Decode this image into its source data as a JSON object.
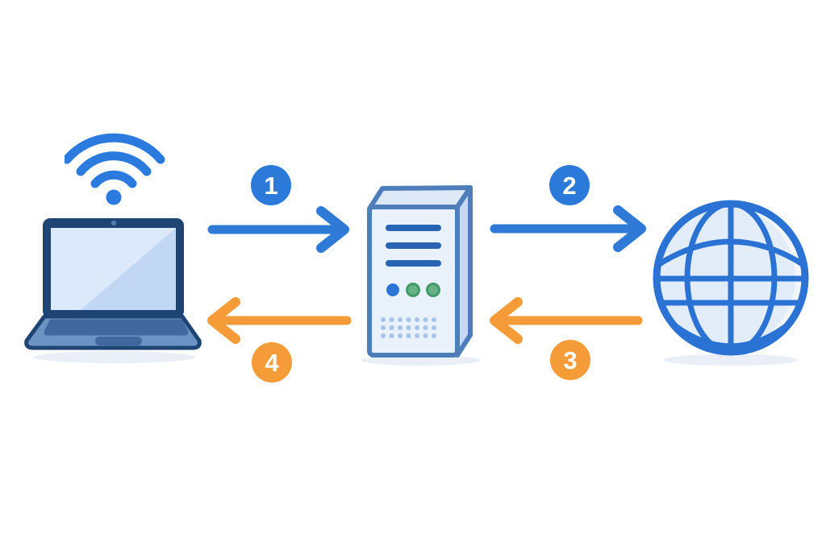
{
  "diagram": {
    "background": "#ffffff",
    "nodes": [
      {
        "id": "client",
        "icon": "laptop-wifi-icon"
      },
      {
        "id": "server",
        "icon": "server-tower-icon"
      },
      {
        "id": "internet",
        "icon": "globe-icon"
      }
    ],
    "steps": [
      {
        "number": "1",
        "color": "#2b79d8",
        "direction": "right"
      },
      {
        "number": "2",
        "color": "#2b79d8",
        "direction": "right"
      },
      {
        "number": "3",
        "color": "#f59b38",
        "direction": "left"
      },
      {
        "number": "4",
        "color": "#f59b38",
        "direction": "left"
      }
    ],
    "colors": {
      "step_blue": "#2b79d8",
      "step_orange": "#f59b38",
      "wifi_blue": "#2b7ade",
      "laptop_navy": "#1e4474",
      "laptop_deck_blue": "#6b93c3",
      "screen_blue": "#dce9fb",
      "outline_blue": "#4e7eba",
      "globe_blue": "#2a72d4",
      "server_bar_blue": "#2765b4",
      "led_blue": "#2d74d8",
      "led_green": "#68b184",
      "shadow": "#eaeff7"
    }
  }
}
